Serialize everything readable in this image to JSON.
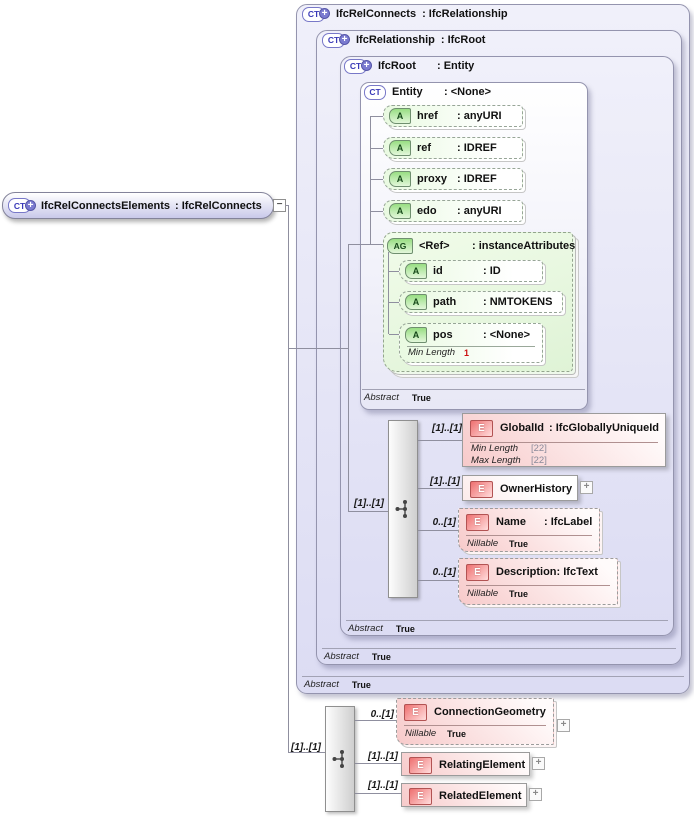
{
  "root": {
    "icon": "CT",
    "name": "IfcRelConnectsElements",
    "type": ": IfcRelConnects"
  },
  "boxes": {
    "ifc_rel_connects": {
      "icon": "CT",
      "name": "IfcRelConnects",
      "type": ": IfcRelationship",
      "abstract_label": "Abstract",
      "abstract_value": "True"
    },
    "ifc_relationship": {
      "icon": "CT",
      "name": "IfcRelationship",
      "type": ": IfcRoot",
      "abstract_label": "Abstract",
      "abstract_value": "True"
    },
    "ifc_root": {
      "icon": "CT",
      "name": "IfcRoot",
      "type": ": Entity",
      "abstract_label": "Abstract",
      "abstract_value": "True"
    },
    "entity": {
      "icon": "CT",
      "name": "Entity",
      "type": ": <None>",
      "abstract_label": "Abstract",
      "abstract_value": "True"
    }
  },
  "entity_attributes": [
    {
      "icon": "A",
      "name": "href",
      "type": ": anyURI"
    },
    {
      "icon": "A",
      "name": "ref",
      "type": ": IDREF"
    },
    {
      "icon": "A",
      "name": "proxy",
      "type": ": IDREF"
    },
    {
      "icon": "A",
      "name": "edo",
      "type": ": anyURI"
    }
  ],
  "attribute_group": {
    "icon": "AG",
    "name": "<Ref>",
    "type": ": instanceAttributes",
    "attributes": [
      {
        "icon": "A",
        "name": "id",
        "type": ": ID"
      },
      {
        "icon": "A",
        "name": "path",
        "type": ": NMTOKENS"
      },
      {
        "icon": "A",
        "name": "pos",
        "type": ": <None>",
        "facet_label": "Min Length",
        "facet_value": "1"
      }
    ]
  },
  "root_content": {
    "cardinality": "[1]..[1]",
    "elements": [
      {
        "icon": "E",
        "cardinality": "[1]..[1]",
        "name": "GlobalId",
        "type": ": IfcGloballyUniqueId",
        "facets": [
          {
            "label": "Min Length",
            "value": "[22]"
          },
          {
            "label": "Max Length",
            "value": "[22]"
          }
        ]
      },
      {
        "icon": "E",
        "cardinality": "[1]..[1]",
        "name": "OwnerHistory"
      },
      {
        "icon": "E",
        "cardinality": "0..[1]",
        "name": "Name",
        "type": ": IfcLabel",
        "facets": [
          {
            "label": "Nillable",
            "value": "True"
          }
        ]
      },
      {
        "icon": "E",
        "cardinality": "0..[1]",
        "name": "Description",
        "type": ": IfcText",
        "facets": [
          {
            "label": "Nillable",
            "value": "True"
          }
        ]
      }
    ]
  },
  "element_content": {
    "cardinality": "[1]..[1]",
    "elements": [
      {
        "icon": "E",
        "cardinality": "0..[1]",
        "name": "ConnectionGeometry",
        "facets": [
          {
            "label": "Nillable",
            "value": "True"
          }
        ]
      },
      {
        "icon": "E",
        "cardinality": "[1]..[1]",
        "name": "RelatingElement"
      },
      {
        "icon": "E",
        "cardinality": "[1]..[1]",
        "name": "RelatedElement"
      }
    ]
  },
  "connectors": {
    "collapse": "−",
    "plus_badge": "+",
    "expand": "+"
  }
}
